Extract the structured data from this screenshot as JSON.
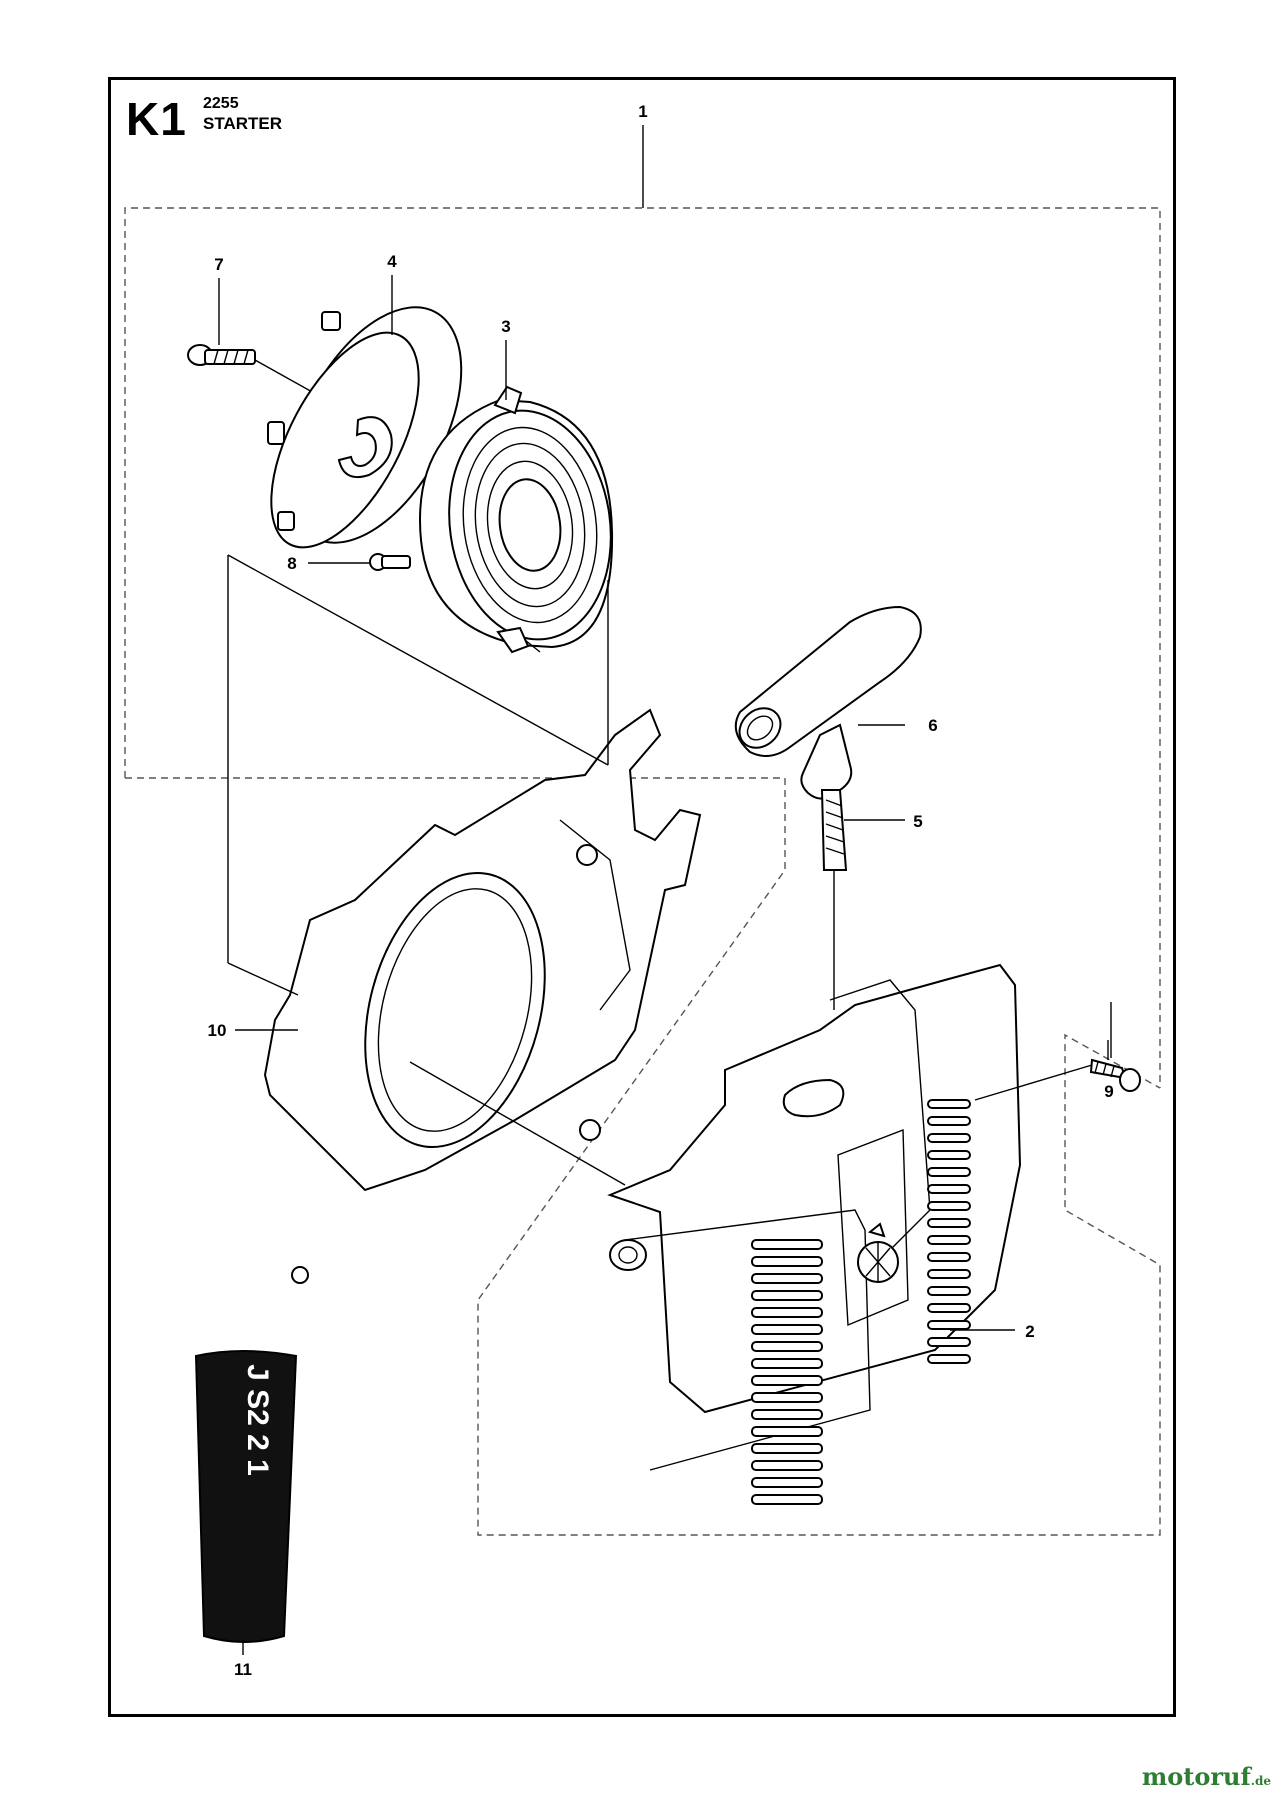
{
  "header": {
    "code": "K1",
    "model": "2255",
    "title": "STARTER"
  },
  "callouts": [
    "1",
    "2",
    "3",
    "4",
    "5",
    "6",
    "7",
    "8",
    "9",
    "10",
    "11"
  ],
  "decal_text": "J S2 2 1",
  "watermark": {
    "text": "motoruf",
    "suffix": ".de",
    "color": "#2e7d32"
  }
}
